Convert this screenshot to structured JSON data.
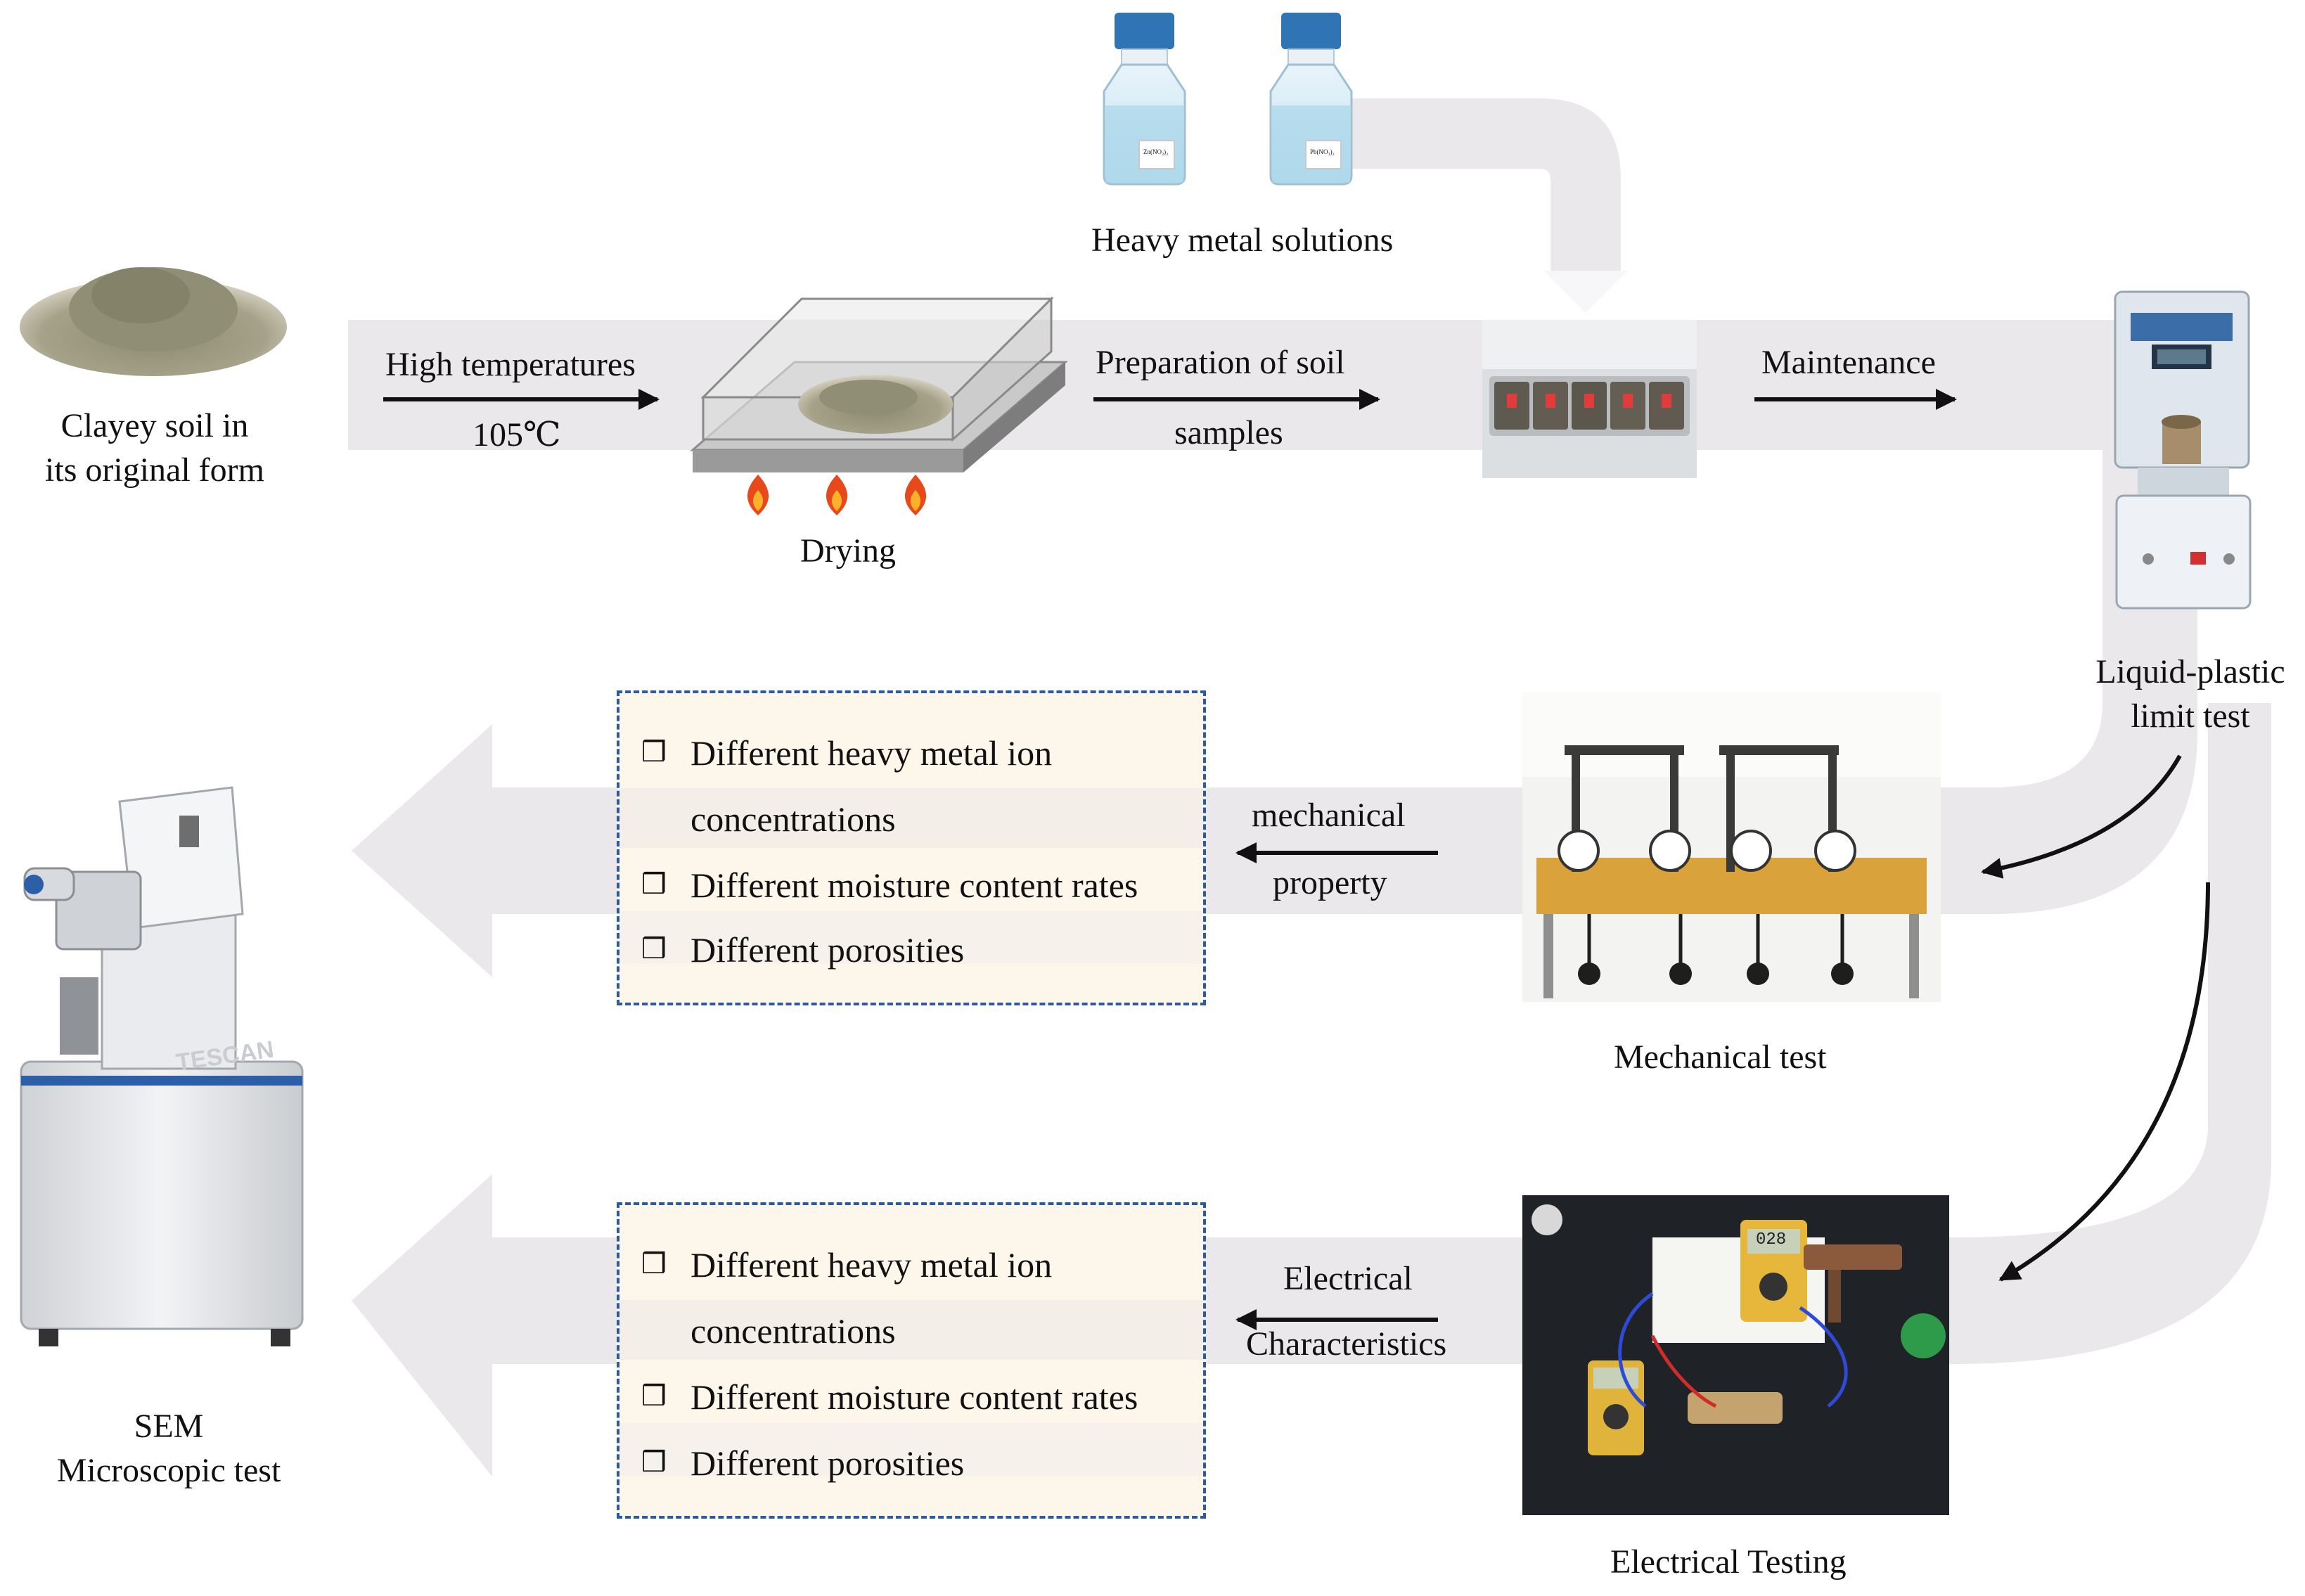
{
  "labels": {
    "solutions": "Heavy metal solutions",
    "clayey_line1": "Clayey soil in",
    "clayey_line2": "its original form",
    "high_temp": "High temperatures",
    "temp_value": "105℃",
    "drying": "Drying",
    "prep_line1": "Preparation of soil",
    "prep_line2": "samples",
    "maintenance": "Maintenance",
    "liquid_line1": "Liquid-plastic",
    "liquid_line2": "limit test",
    "mech_line1": "mechanical",
    "mech_line2": "property",
    "mechanical_test": "Mechanical test",
    "elec_line1": "Electrical",
    "elec_line2": "Characteristics",
    "electrical_testing": "Electrical Testing",
    "sem_line1": "SEM",
    "sem_line2": "Microscopic test"
  },
  "bottle_labels": [
    "Zn(NO₃)₂",
    "Pb(NO₃)₂"
  ],
  "instrument_brand": "TESCAN",
  "meter_display": "028",
  "boxes": [
    {
      "items": [
        "Different heavy metal ion",
        "concentrations",
        "Different moisture content rates",
        "Different porosities"
      ]
    },
    {
      "items": [
        "Different heavy metal ion",
        "concentrations",
        "Different moisture content rates",
        "Different porosities"
      ]
    }
  ],
  "bullet_glyph": "❒",
  "colors": {
    "flow_band": "#ebe8ec",
    "box_border": "#2a5aa0",
    "box_fill": "#fdf6ea",
    "arrow": "#111111",
    "flame": "#e8491b"
  }
}
